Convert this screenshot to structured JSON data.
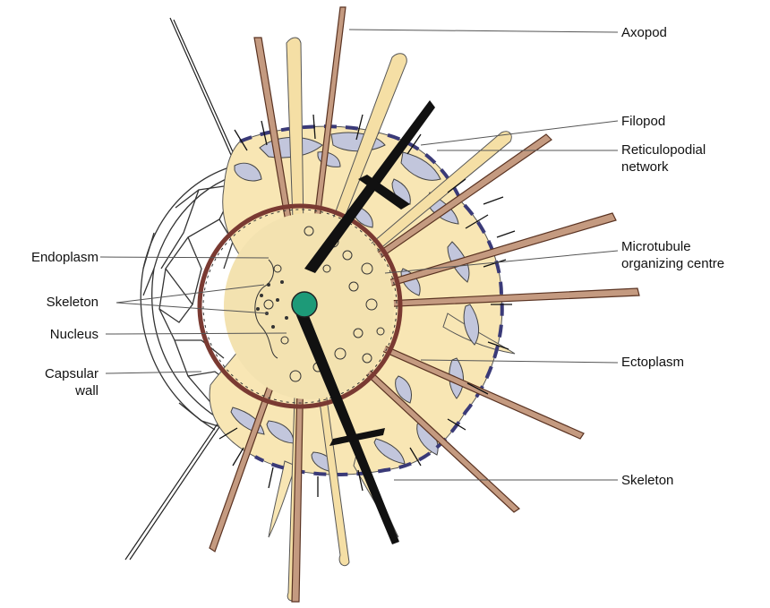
{
  "labels": {
    "axopod": "Axopod",
    "filopod": "Filopod",
    "reticulopodial_1": "Reticulopodial",
    "reticulopodial_2": "network",
    "microtubule_1": "Microtubule",
    "microtubule_2": "organizing centre",
    "ectoplasm": "Ectoplasm",
    "skeleton_right": "Skeleton",
    "endoplasm": "Endoplasm",
    "skeleton_left": "Skeleton",
    "nucleus": "Nucleus",
    "capsular_1": "Capsular",
    "capsular_2": "wall"
  },
  "colors": {
    "ectoplasm_fill": "#f8e6b4",
    "filopod_fill": "#f5dfa5",
    "vacuole_fill": "#c2c6dc",
    "axopod_fill": "#c49a80",
    "axopod_stroke": "#5a3322",
    "capsule_wall": "#7a3a32",
    "nucleus_fill": "#1d9a78",
    "skeleton_fill": "#111111",
    "outline": "#333333",
    "leader": "#555555"
  }
}
